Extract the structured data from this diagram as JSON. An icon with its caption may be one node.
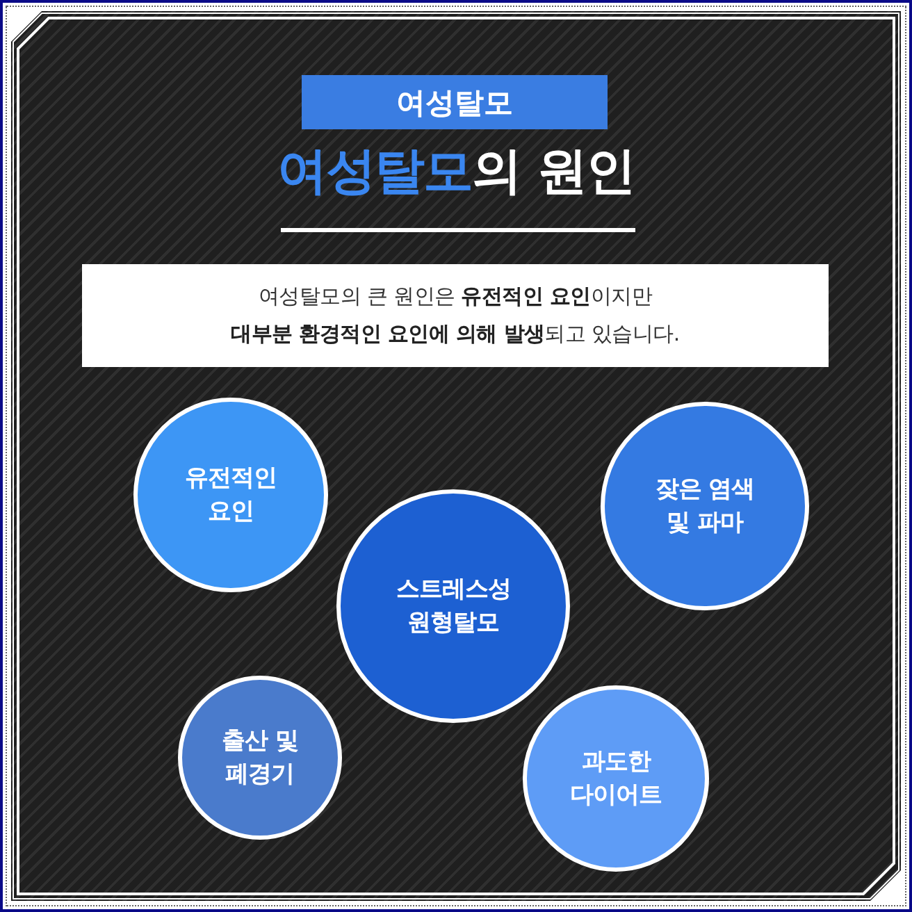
{
  "diagram": {
    "title": "**여성탈모**의 원인",
    "nodes": [
      {
        "text": [
          "여성탈모"
        ]
      },
      {
        "text": [
          "여성탈모의 큰 원인은 **유전적인 요인**이지만 **대부분 환경적인 요인에 의해 발생**되고 있습니다."
        ]
      },
      {
        "text": [
          "유전적인 요인"
        ]
      },
      {
        "text": [
          "잦은 염색 및 파마"
        ]
      },
      {
        "text": [
          "스트레스성 원형탈모"
        ]
      },
      {
        "text": [
          "출산 및 폐경기"
        ]
      },
      {
        "text": [
          "과도한 다이어트"
        ]
      }
    ]
  }
}
